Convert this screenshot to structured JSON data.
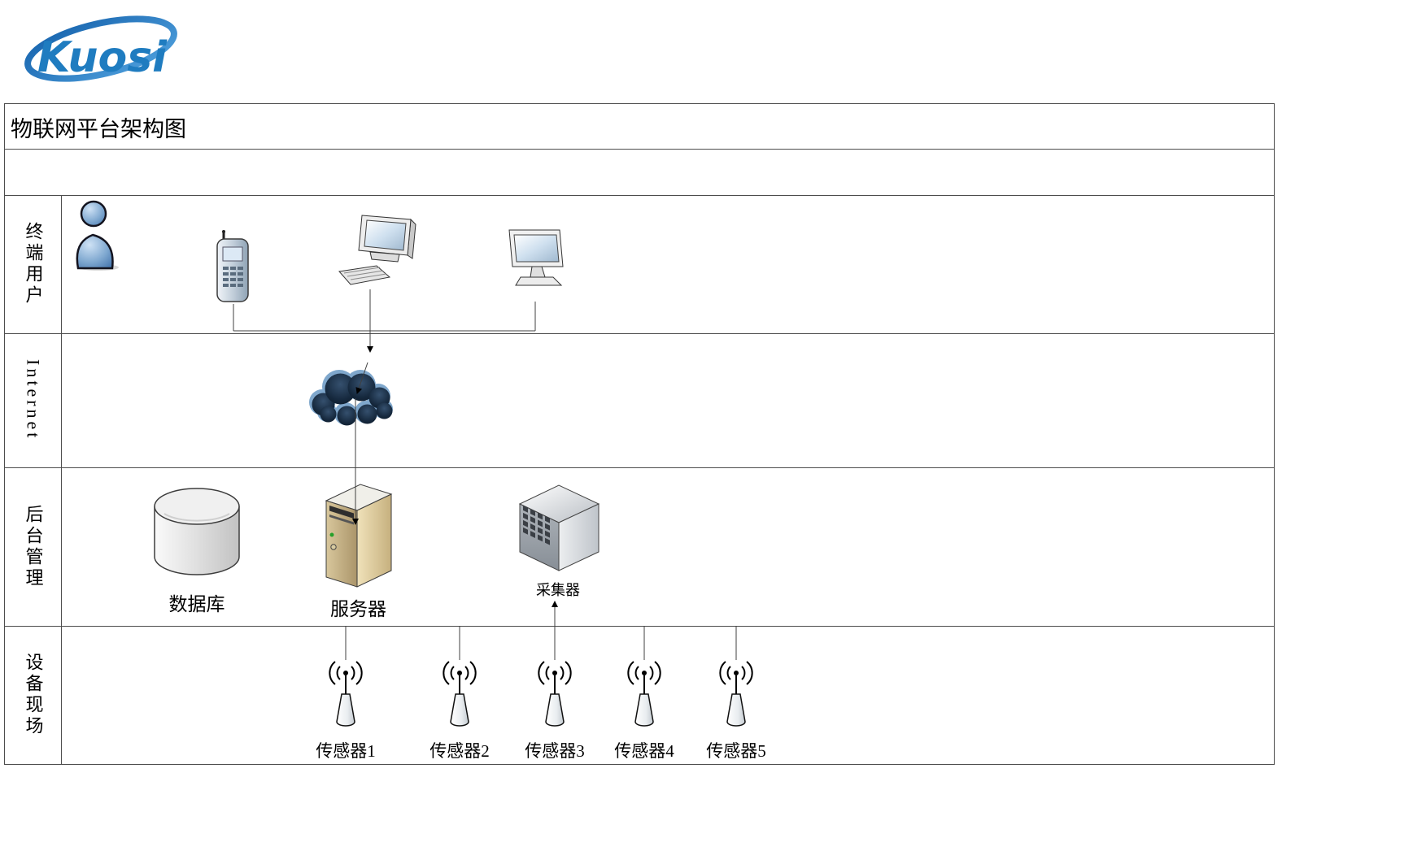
{
  "logo": {
    "text": "Kuosi",
    "color": "#1f7cc0"
  },
  "diagram": {
    "title": "物联网平台架构图",
    "lanes": {
      "end_user": "终端用户",
      "internet": "Internet",
      "backend": "后台管理",
      "field": "设备现场"
    },
    "nodes": {
      "database_label": "数据库",
      "server_label": "服务器",
      "collector_label": "采集器",
      "sensor_labels": [
        "传感器1",
        "传感器2",
        "传感器3",
        "传感器4",
        "传感器5"
      ]
    },
    "icons": {
      "user": "user-icon",
      "phone": "mobile-phone-icon",
      "desktop": "desktop-computer-icon",
      "monitor": "monitor-icon",
      "cloud": "internet-cloud-icon",
      "database": "database-icon",
      "server": "server-icon",
      "collector": "collector-icon",
      "sensor": "sensor-icon"
    },
    "colors": {
      "line": "#404040",
      "border": "#4d4d4d",
      "cloud_dark": "#101c2c",
      "person_blue": "#4a7ab5"
    }
  }
}
